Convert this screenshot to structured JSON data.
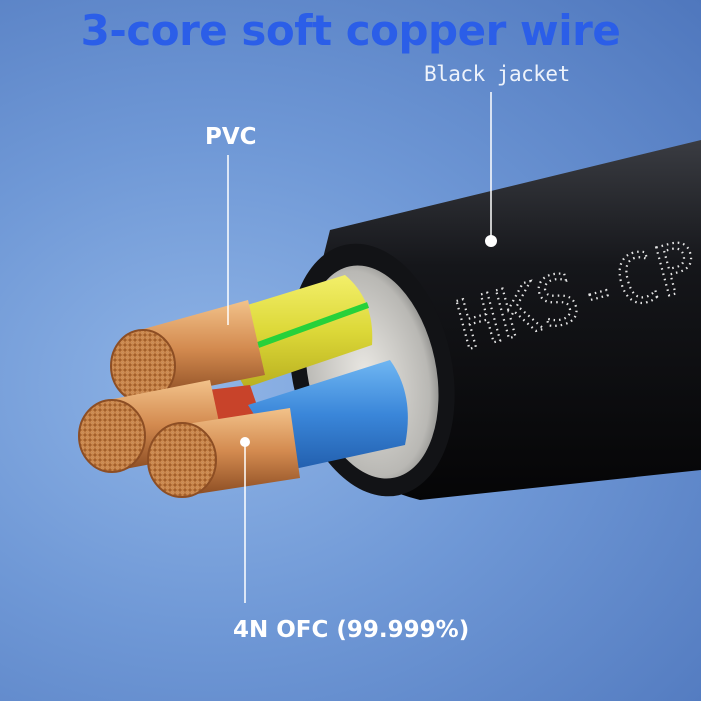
{
  "title": "3-core soft copper wire",
  "labels": {
    "jacket": "Black jacket",
    "insulation": "PVC",
    "conductor": "4N OFC (99.999%)",
    "brand_print": "HKS-CP"
  },
  "colors": {
    "title": "#2b5ee8",
    "background": "#6f98d6",
    "jacket": "#111215",
    "core_yellow": "#e3e23a",
    "core_green_stripe": "#27d13a",
    "core_blue": "#3a86d9",
    "copper": "#d38a4f"
  }
}
